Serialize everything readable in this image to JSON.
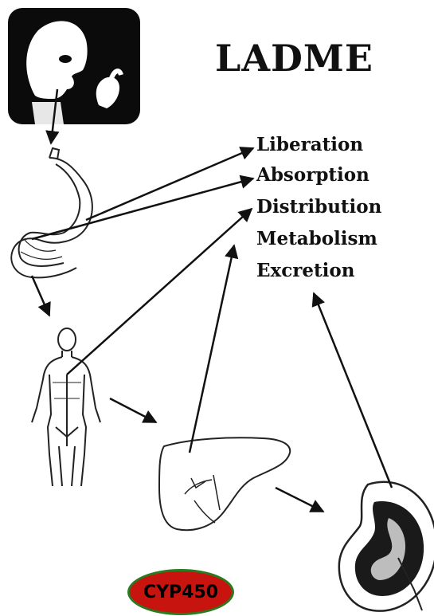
{
  "title": "LADME",
  "stages": [
    {
      "label": "Liberation"
    },
    {
      "label": "Absorption"
    },
    {
      "label": "Distribution"
    },
    {
      "label": "Metabolism"
    },
    {
      "label": "Excretion"
    }
  ],
  "badge": {
    "label": "CYP450",
    "fill": "#c8140f",
    "border": "#2a7a1f",
    "text_color": "#000000"
  },
  "icons": [
    "mouth-taking-pill-icon",
    "stomach-icon",
    "human-body-icon",
    "liver-icon",
    "kidney-icon"
  ]
}
